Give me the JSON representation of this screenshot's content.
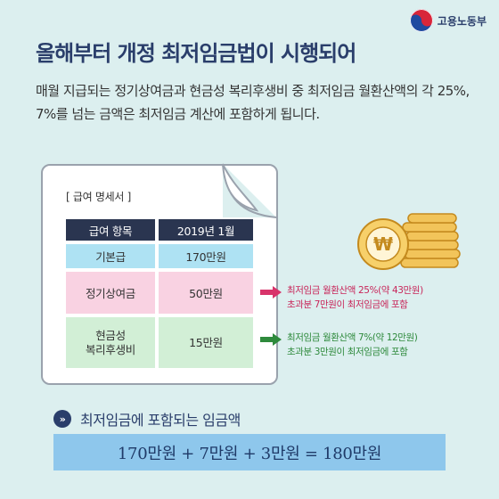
{
  "logo": {
    "name": "고용노동부"
  },
  "title": "올해부터 개정 최저임금법이 시행되어",
  "description": "매월 지급되는 정기상여금과 현금성 복리후생비 중 최저임금 월환산액의 각 25%, 7%를 넘는 금액은 최저임금 계산에 포함하게 됩니다.",
  "payslip": {
    "label": "[ 급여 명세서 ]",
    "headers": [
      "급여 항목",
      "2019년 1월"
    ],
    "rows": [
      {
        "item": "기본급",
        "amount": "170만원"
      },
      {
        "item": "정기상여금",
        "amount": "50만원"
      },
      {
        "item": "현금성\n복리후생비",
        "amount": "15만원"
      }
    ]
  },
  "notes": {
    "bonus_line1": "최저임금 월환산액 25%(약 43만원)",
    "bonus_line2": "초과분 7만원이 최저임금에 포함",
    "welfare_line1": "최저임금 월환산액 7%(약 12만원)",
    "welfare_line2": "초과분 3만원이 최저임금에 포함"
  },
  "included": {
    "icon": "double-chevron-right-icon",
    "label": "최저임금에 포함되는 임금액",
    "formula": "170만원 + 7만원 + 3만원 = 180만원"
  },
  "colors": {
    "navy": "#2a3e6b",
    "background": "#dcefef",
    "pink_arrow": "#d8336a",
    "green_arrow": "#2e8a3c",
    "formula_bg": "#8ec7ec"
  }
}
